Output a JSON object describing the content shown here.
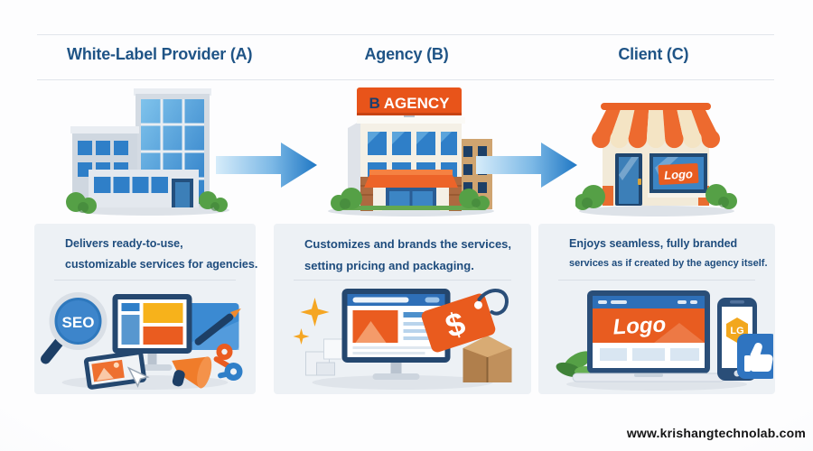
{
  "columns": [
    {
      "heading": "White-Label Provider (A)",
      "desc1": "Delivers ready-to-use,",
      "desc2": "customizable services for agencies.",
      "building": "blue office building",
      "illustration": "seo marketing tools"
    },
    {
      "heading": "Agency (B)",
      "desc1": "Customizes and brands the services,",
      "desc2": "setting pricing and packaging.",
      "building": "agency building with rooftop sign",
      "sign_prefix": "B",
      "sign_name": "AGENCY",
      "illustration": "pricing and packaging"
    },
    {
      "heading": "Client (C)",
      "desc1": "Enjoys seamless, fully branded",
      "desc2": "services as if created by the agency itself.",
      "building": "storefront with striped awning",
      "window_sign": "Logo",
      "illustration": "branded devices"
    }
  ],
  "labels": {
    "seo_badge": "SEO",
    "price_tag": "$",
    "laptop_screen_logo": "Logo",
    "phone_badge": "LG"
  },
  "footer": {
    "watermark": "www.krishangtechnolab.com"
  },
  "colors": {
    "heading_text": "#1f5486",
    "body_text": "#1e4c7d",
    "brand_orange": "#e8571d",
    "arrow_blue": "#1f77c4",
    "arrow_blue_light": "#d6ecfa",
    "window_blue": "#2f7fc8",
    "card_background": "#edf1f5",
    "foliage_green": "#55a046",
    "box_brown": "#c0905c",
    "watermark_text": "#141414"
  }
}
